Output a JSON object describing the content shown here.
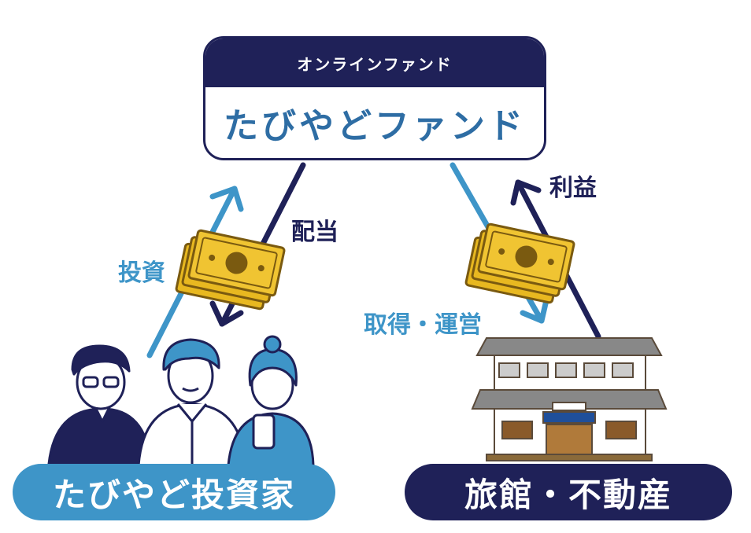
{
  "fund": {
    "category": "オンラインファンド",
    "name": "たびやどファンド"
  },
  "flows": {
    "investment": "投資",
    "dividend": "配当",
    "acquisition_operation": "取得・運営",
    "profit": "利益"
  },
  "parties": {
    "investors": "たびやど投資家",
    "inn": "旅館・不動産"
  },
  "colors": {
    "navy": "#1f2158",
    "blue": "#3e95c8",
    "money": "#e8b820"
  }
}
